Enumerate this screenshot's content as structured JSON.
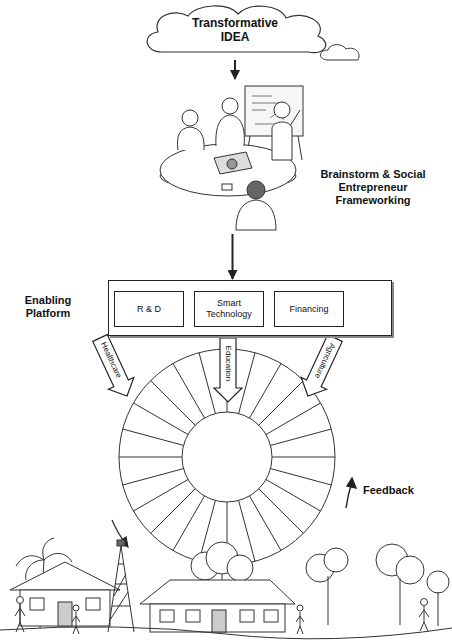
{
  "diagram": {
    "nodes": [
      {
        "text": [
          "Transformative IDEA"
        ]
      },
      {
        "text": [
          "Brainstorm & Social Entrepreneur Frameworking"
        ]
      },
      {
        "text": [
          "Enabling Platform"
        ]
      },
      {
        "text": [
          "R & D"
        ],
        "in": 2
      },
      {
        "text": [
          "Smart Technology"
        ],
        "in": 2
      },
      {
        "text": [
          "Financing"
        ],
        "in": 2
      }
    ],
    "edges": [
      {
        "from": 0,
        "to": 1,
        "arrow": "to"
      },
      {
        "from": 1,
        "to": 2,
        "arrow": "to"
      }
    ],
    "labels": [
      "Healthcare",
      "Education",
      "Agriculture",
      "Feedback"
    ]
  }
}
